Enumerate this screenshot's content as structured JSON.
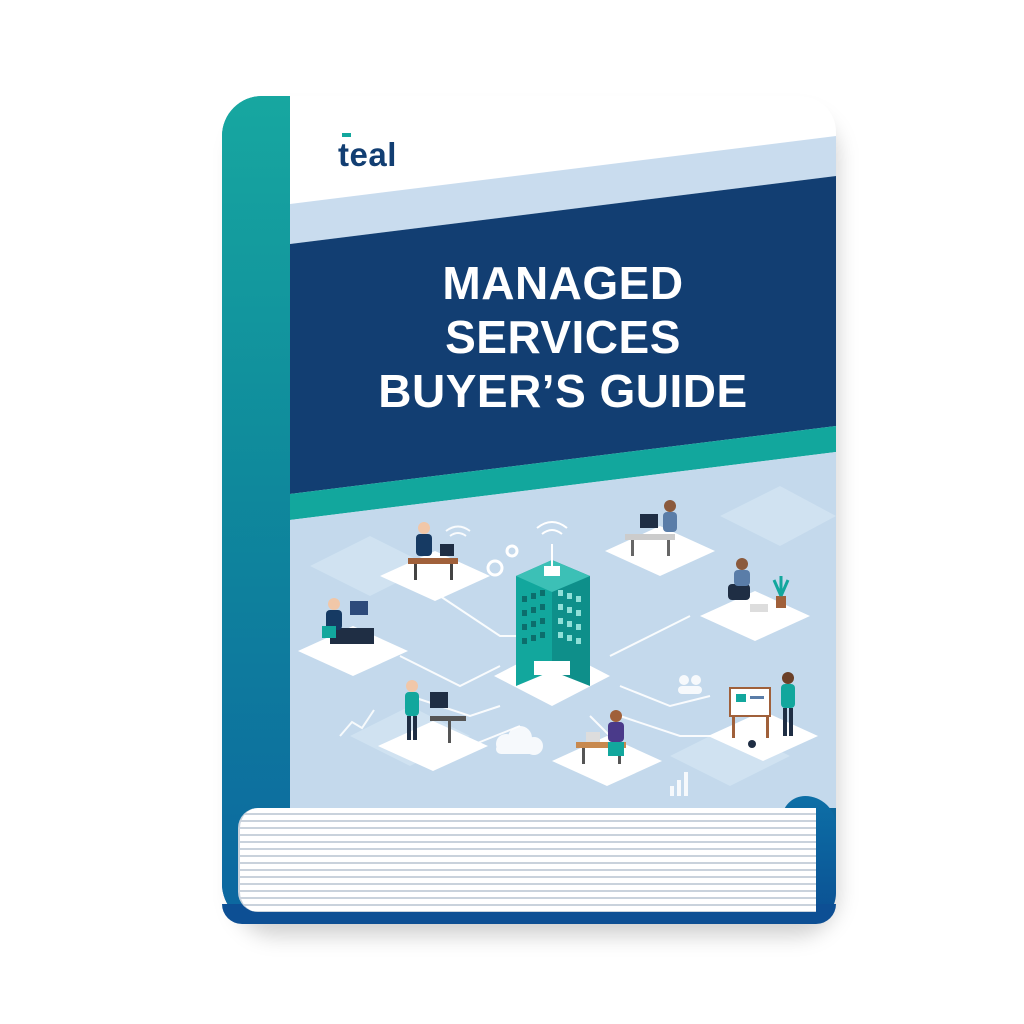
{
  "brand": {
    "logo_text": "teal",
    "accent": "#12a79d",
    "navy": "#123e72",
    "light_blue": "#c9dcee"
  },
  "cover": {
    "title_lines": [
      "MANAGED",
      "SERVICES",
      "BUYER’S GUIDE"
    ]
  },
  "illustration": {
    "scenes": [
      "desk-worker-suit",
      "desk-worker-monitor",
      "desk-worker-seated-left",
      "lounge-worker-plant",
      "standing-desk-worker",
      "laptop-worker",
      "presenter-whiteboard",
      "office-building-hub"
    ],
    "icons": [
      "gears-icon",
      "wifi-icon",
      "cloud-icon",
      "chart-icon",
      "users-icon"
    ]
  }
}
